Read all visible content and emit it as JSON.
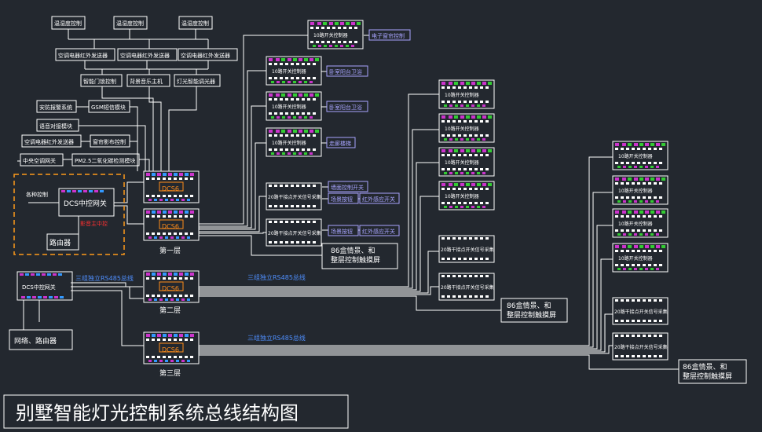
{
  "title": "别墅智能灯光控制系统总线结构图",
  "top_devices": {
    "temp_control": [
      "温湿度控制",
      "温湿度控制",
      "温湿度控制"
    ],
    "ir_transmitter": [
      "空调电器红外发送器",
      "空调电器红外发送器",
      "空调电器红外发送器"
    ],
    "lock_control": "智能门锁控制",
    "bg_music": "背景音乐主机",
    "dimmer": "灯光智能调光器"
  },
  "left_devices": {
    "security": "安防报警系统",
    "gsm": "GSM短信模块",
    "voice": "语音对接模块",
    "ir_sender": "空调电器红外发送器",
    "curtain": "窗帘影布控制",
    "central_ac": "中央空调网关",
    "pm25": "PM2.5二氧化碳检测模块"
  },
  "gateway_box": {
    "various": "各种控制",
    "gateway": "DCS中控网关",
    "av": "影音主中控",
    "router": "路由器"
  },
  "main_gateway": "DCS中控网关",
  "network_router": "网络、路由器",
  "dcs_label": "DCS6",
  "floors": [
    "第一层",
    "第二层",
    "第三层"
  ],
  "bus_labels": [
    "三组独立RS485总线",
    "三组独立RS485总线",
    "三组独立RS485总线"
  ],
  "switch_controller": "10路开关控制器",
  "signal_collector": "20路干接点开关信号采集",
  "annotations": {
    "elec_curtain": "电子窗帘控制",
    "bathroom1": "卧室阳台卫浴",
    "bathroom2": "卧室阳台卫浴",
    "corridor": "走廊楼梯",
    "wall_switch": "墙面控制开关",
    "scene1": "场景按钮",
    "ir_key1": "红外感应开关",
    "scene2": "场景按钮",
    "ir_key2": "红外感应开关"
  },
  "touchscreen": "86盒情景、和整层控制触摸屏"
}
